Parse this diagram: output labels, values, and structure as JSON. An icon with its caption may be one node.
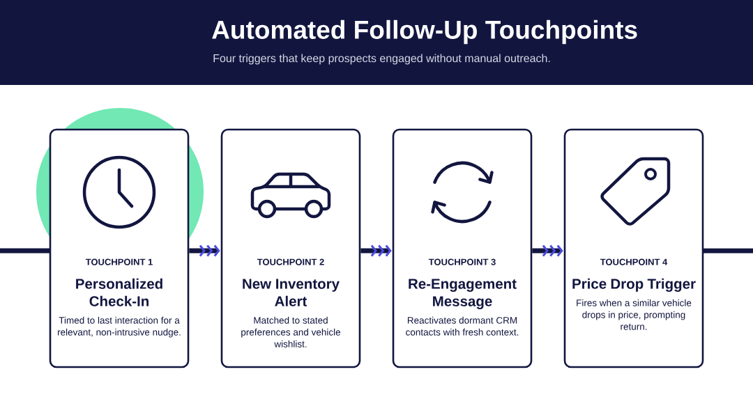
{
  "diagram": {
    "title": "Automated Follow-Up Touchpoints",
    "nodes": [
      {
        "text": [
          "TOUCHPOINT 1",
          "Personalized Check-In",
          "Timed to last interaction for a relevant, non-intrusive nudge."
        ]
      },
      {
        "text": [
          "TOUCHPOINT 2",
          "New Inventory Alert",
          "Matched to stated preferences and vehicle wishlist."
        ]
      },
      {
        "text": [
          "TOUCHPOINT 3",
          "Re-Engagement Message",
          "Reactivates dormant CRM contacts with fresh context."
        ]
      },
      {
        "text": [
          "TOUCHPOINT 4",
          "Price Drop Trigger",
          "Fires when a similar vehicle drops in price, prompting return."
        ]
      }
    ],
    "edges": [
      {
        "from": 0,
        "to": 1,
        "arrow": "to"
      },
      {
        "from": 1,
        "to": 2,
        "arrow": "to"
      },
      {
        "from": 2,
        "to": 3,
        "arrow": "to"
      }
    ],
    "labels": [
      "Four triggers that keep prospects engaged without manual outreach."
    ]
  }
}
